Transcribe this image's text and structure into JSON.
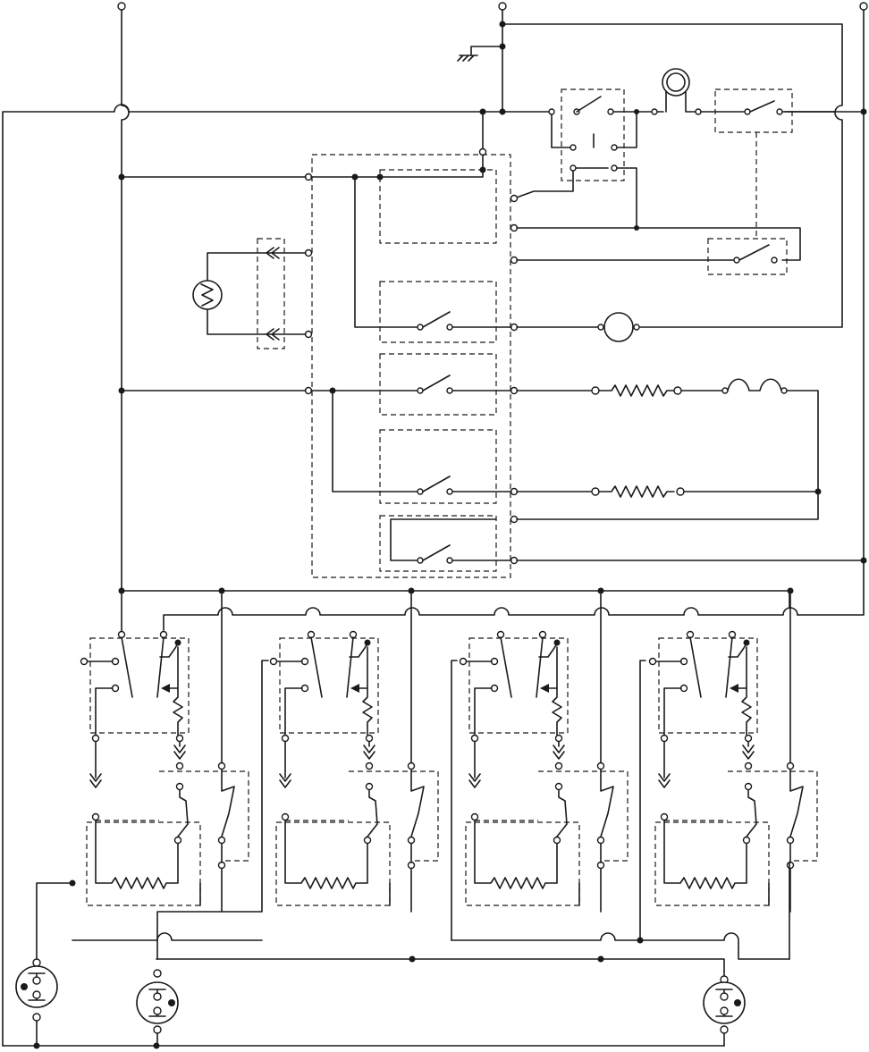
{
  "diagram": {
    "kind": "electrical-wiring-schematic",
    "text_labels": [],
    "colors": {
      "ink": "#1a1a1a",
      "paper": "#ffffff"
    },
    "components": {
      "supply_terminals": 3,
      "ground_symbol": 1,
      "indicator_lamp": 1,
      "motor": 1,
      "thermistor_probe": 1,
      "control_board_relays": 5,
      "heating_elements": 2,
      "thermal_fuse": 1,
      "surface_burner_units": 4,
      "receptacles": 3
    }
  }
}
